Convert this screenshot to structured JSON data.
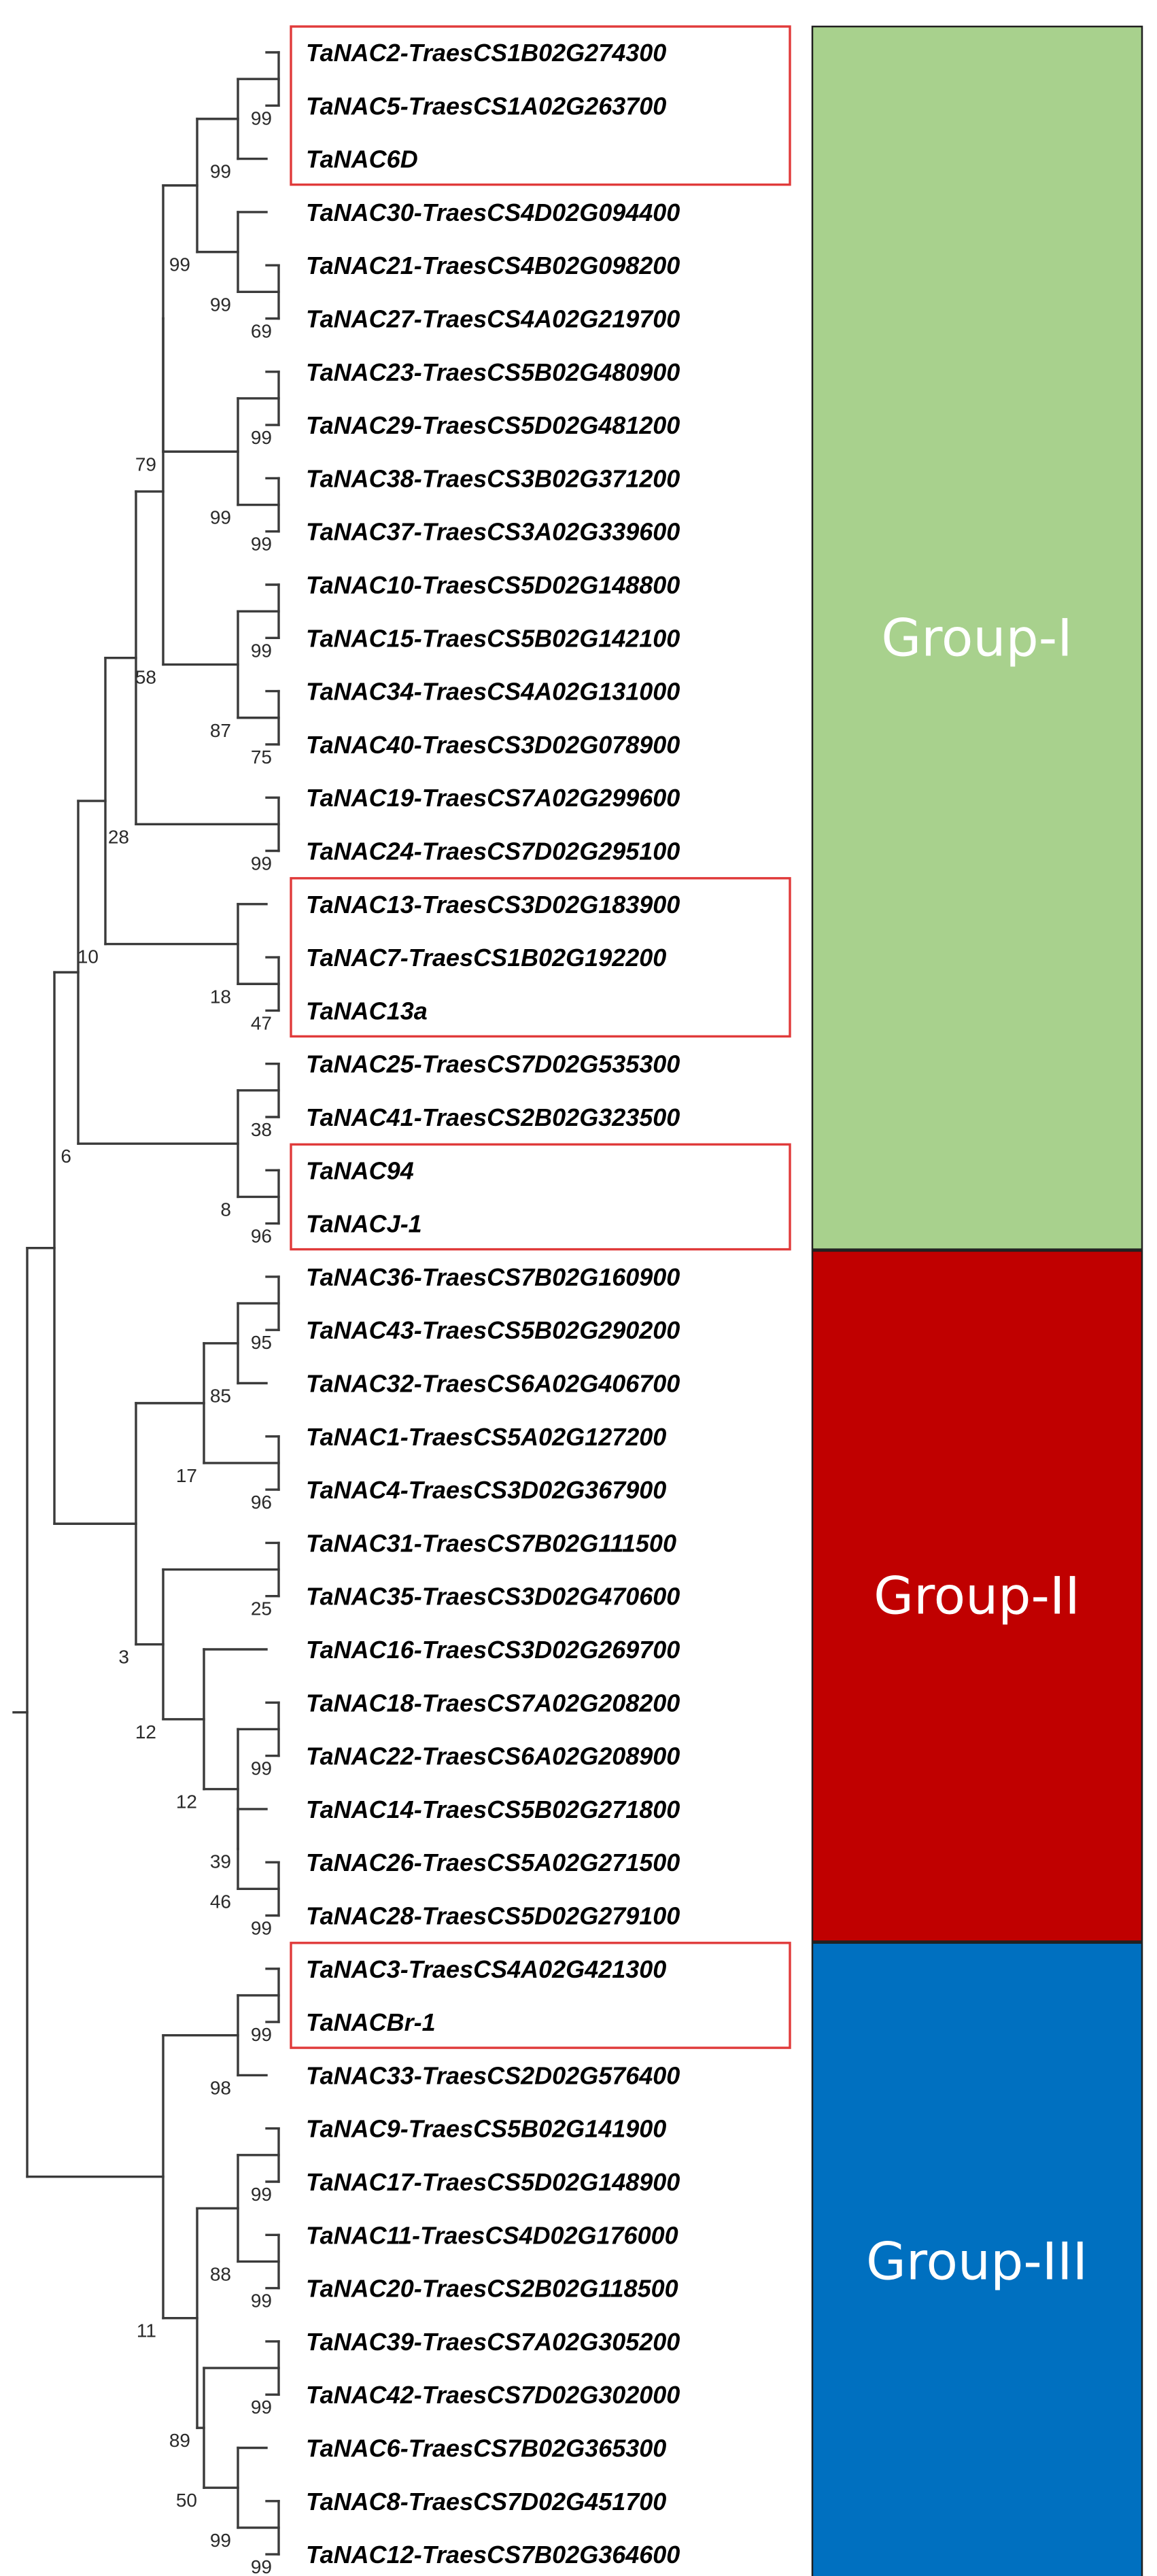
{
  "taxa": [
    "TaNAC2-TraesCS1B02G274300",
    "TaNAC5-TraesCS1A02G263700",
    "TaNAC6D",
    "TaNAC30-TraesCS4D02G094400",
    "TaNAC21-TraesCS4B02G098200",
    "TaNAC27-TraesCS4A02G219700",
    "TaNAC23-TraesCS5B02G480900",
    "TaNAC29-TraesCS5D02G481200",
    "TaNAC38-TraesCS3B02G371200",
    "TaNAC37-TraesCS3A02G339600",
    "TaNAC10-TraesCS5D02G148800",
    "TaNAC15-TraesCS5B02G142100",
    "TaNAC34-TraesCS4A02G131000",
    "TaNAC40-TraesCS3D02G078900",
    "TaNAC19-TraesCS7A02G299600",
    "TaNAC24-TraesCS7D02G295100",
    "TaNAC13-TraesCS3D02G183900",
    "TaNAC7-TraesCS1B02G192200",
    "TaNAC13a",
    "TaNAC25-TraesCS7D02G535300",
    "TaNAC41-TraesCS2B02G323500",
    "TaNAC94",
    "TaNACJ-1",
    "TaNAC36-TraesCS7B02G160900",
    "TaNAC43-TraesCS5B02G290200",
    "TaNAC32-TraesCS6A02G406700",
    "TaNAC1-TraesCS5A02G127200",
    "TaNAC4-TraesCS3D02G367900",
    "TaNAC31-TraesCS7B02G111500",
    "TaNAC35-TraesCS3D02G470600",
    "TaNAC16-TraesCS3D02G269700",
    "TaNAC18-TraesCS7A02G208200",
    "TaNAC22-TraesCS6A02G208900",
    "TaNAC14-TraesCS5B02G271800",
    "TaNAC26-TraesCS5A02G271500",
    "TaNAC28-TraesCS5D02G279100",
    "TaNAC3-TraesCS4A02G421300",
    "TaNACBr-1",
    "TaNAC33-TraesCS2D02G576400",
    "TaNAC9-TraesCS5B02G141900",
    "TaNAC17-TraesCS5D02G148900",
    "TaNAC11-TraesCS4D02G176000",
    "TaNAC20-TraesCS2B02G118500",
    "TaNAC39-TraesCS7A02G305200",
    "TaNAC42-TraesCS7D02G302000",
    "TaNAC6-TraesCS7B02G365300",
    "TaNAC8-TraesCS7D02G451700",
    "TaNAC12-TraesCS7B02G364600"
  ],
  "supports": [
    "99",
    "99",
    "99",
    "99",
    "69",
    "79",
    "99",
    "99",
    "99",
    "58",
    "99",
    "87",
    "75",
    "28",
    "99",
    "10",
    "18",
    "47",
    "6",
    "38",
    "8",
    "96",
    "95",
    "85",
    "17",
    "96",
    "3",
    "25",
    "12",
    "12",
    "99",
    "39",
    "99",
    "46",
    "99",
    "98",
    "99",
    "88",
    "99",
    "89",
    "99",
    "99",
    "99",
    "50",
    "11"
  ],
  "groups": [
    {
      "label": "Group-I",
      "color": "#a8d18d"
    },
    {
      "label": "Group-II",
      "color": "#c00000"
    },
    {
      "label": "Group-III",
      "color": "#0070c0"
    }
  ],
  "highlight_color": "#e03a3a"
}
